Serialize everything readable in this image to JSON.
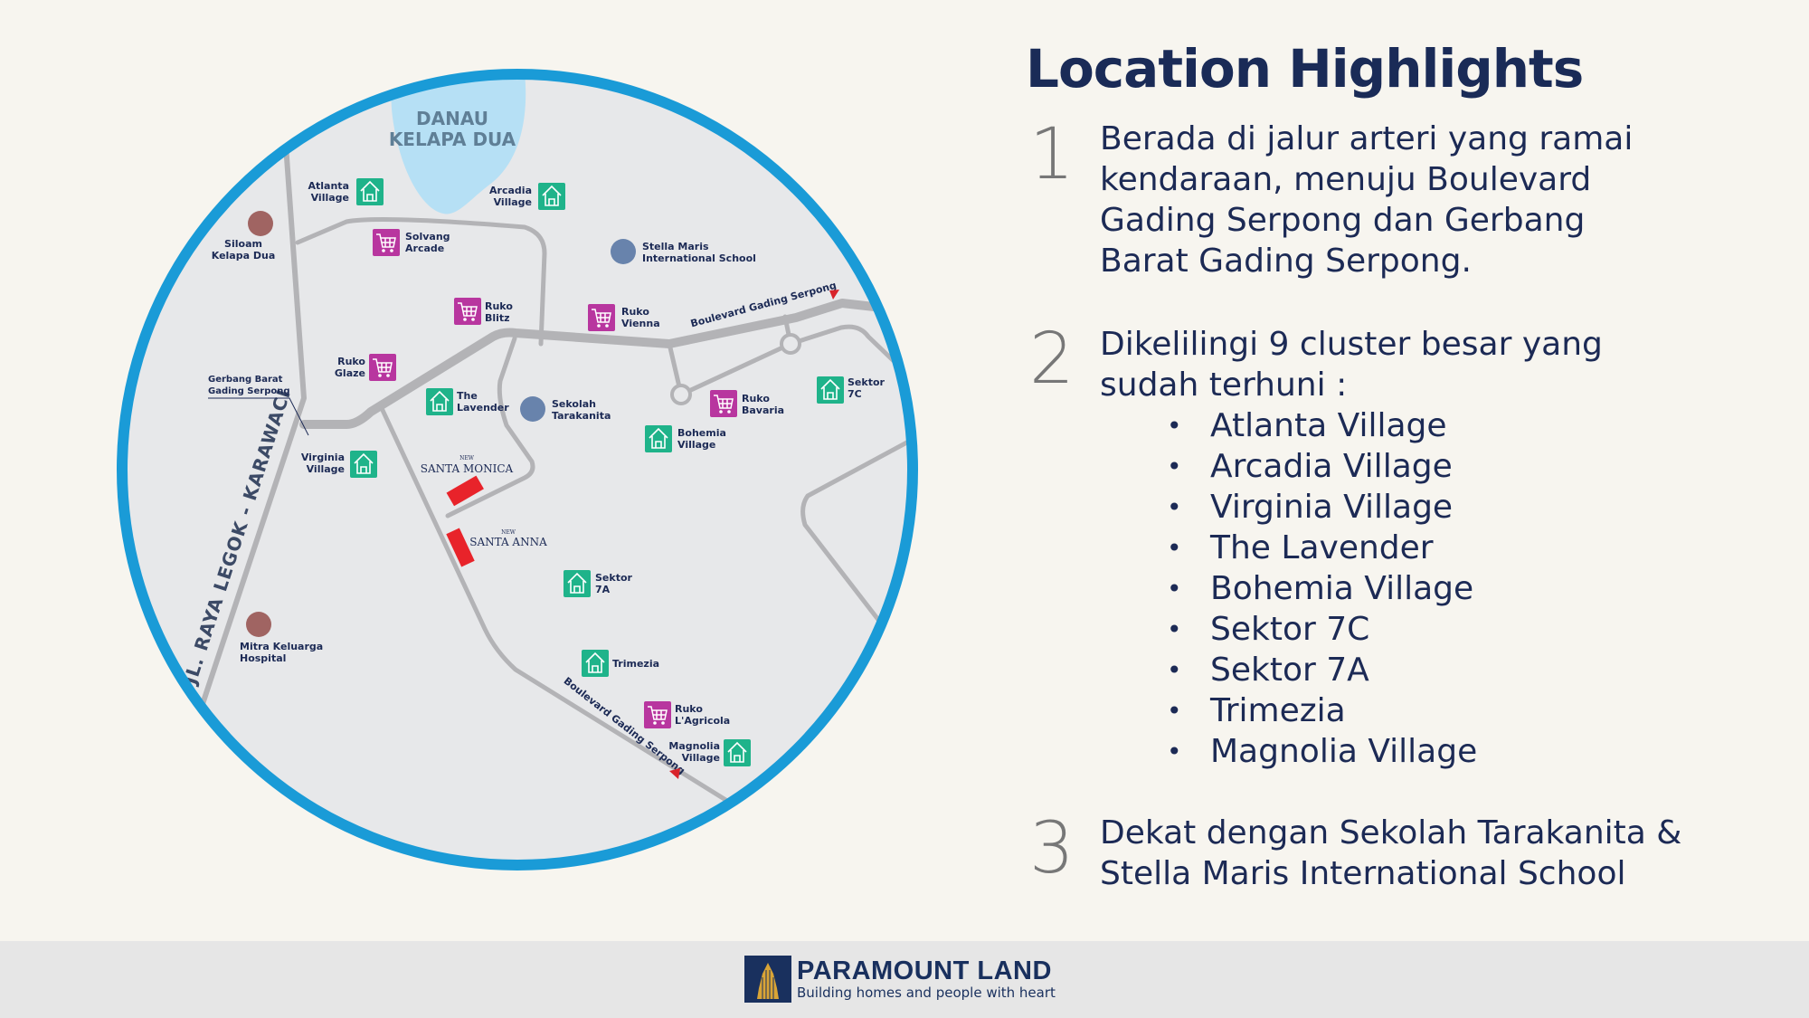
{
  "map": {
    "lake": [
      "DANAU",
      "KELAPA DUA"
    ],
    "road_main": "JL. RAYA LEGOK - KARAWACI",
    "road_boulevard_top": "Boulevard Gading Serpong",
    "road_boulevard_bottom": "Boulevard Gading Serpong",
    "gate": [
      "Gerbang Barat",
      "Gading Serpong"
    ],
    "projects": [
      {
        "small": "NEW",
        "name": "SANTA MONICA"
      },
      {
        "small": "NEW",
        "name": "SANTA ANNA"
      }
    ],
    "places": [
      {
        "type": "house",
        "lines": [
          "Atlanta",
          "Village"
        ]
      },
      {
        "type": "house",
        "lines": [
          "Arcadia",
          "Village"
        ]
      },
      {
        "type": "cart",
        "lines": [
          "Solvang",
          "Arcade"
        ]
      },
      {
        "type": "cart",
        "lines": [
          "Ruko",
          "Blitz"
        ]
      },
      {
        "type": "cart",
        "lines": [
          "Ruko",
          "Vienna"
        ]
      },
      {
        "type": "cart",
        "lines": [
          "Ruko",
          "Glaze"
        ]
      },
      {
        "type": "house",
        "lines": [
          "The",
          "Lavender"
        ]
      },
      {
        "type": "cart",
        "lines": [
          "Ruko",
          "Bavaria"
        ]
      },
      {
        "type": "house",
        "lines": [
          "Sektor",
          "7C"
        ]
      },
      {
        "type": "house",
        "lines": [
          "Bohemia",
          "Village"
        ]
      },
      {
        "type": "house",
        "lines": [
          "Virginia",
          "Village"
        ]
      },
      {
        "type": "house",
        "lines": [
          "Sektor",
          "7A"
        ]
      },
      {
        "type": "house",
        "lines": [
          "Trimezia"
        ]
      },
      {
        "type": "cart",
        "lines": [
          "Ruko",
          "L'Agricola"
        ]
      },
      {
        "type": "house",
        "lines": [
          "Magnolia",
          "Village"
        ]
      }
    ],
    "dots": [
      {
        "type": "hospital",
        "lines": [
          "Siloam",
          "Kelapa Dua"
        ]
      },
      {
        "type": "school",
        "lines": [
          "Stella Maris",
          "International School"
        ]
      },
      {
        "type": "school",
        "lines": [
          "Sekolah",
          "Tarakanita"
        ]
      },
      {
        "type": "hospital",
        "lines": [
          "Mitra Keluarga",
          "Hospital"
        ]
      }
    ],
    "colors": {
      "ring": "#1a9bd7",
      "house": "#1fb38a",
      "cart": "#b8369f",
      "hospital": "#a06462",
      "school": "#6883ac",
      "lake": "#b6e0f5",
      "road": "#b3b3b6",
      "land": "#e7e8ea",
      "project": "#e8232a"
    }
  },
  "highlights": {
    "title": "Location Highlights",
    "items": [
      {
        "number": "1",
        "lines": [
          "Berada di jalur arteri yang ramai",
          "kendaraan, menuju  Boulevard",
          "Gading Serpong dan Gerbang",
          "Barat Gading Serpong."
        ]
      },
      {
        "number": "2",
        "lines": [
          "Dikelilingi 9 cluster besar yang",
          "sudah terhuni :"
        ],
        "bullets": [
          "Atlanta Village",
          "Arcadia Village",
          "Virginia Village",
          "The Lavender",
          "Bohemia Village",
          "Sektor 7C",
          "Sektor 7A",
          "Trimezia",
          "Magnolia Village"
        ]
      },
      {
        "number": "3",
        "lines": [
          "Dekat dengan Sekolah Tarakanita &",
          "Stella Maris International School"
        ]
      }
    ]
  },
  "footer": {
    "brand": "PARAMOUNT LAND",
    "tagline": "Building homes and people with heart"
  }
}
